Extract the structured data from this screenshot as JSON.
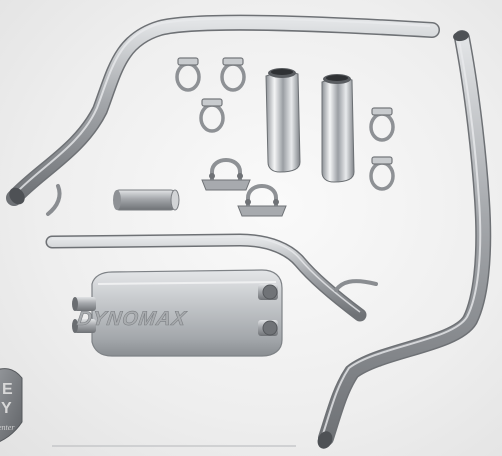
{
  "product": {
    "brand_label": "DYNOMAX",
    "badge_letters": [
      "E",
      "Y"
    ],
    "badge_caption": "enter"
  },
  "colors": {
    "pipe": "#9a9da1",
    "pipe_highlight": "#d9dbdd",
    "chrome": "#cfd3d6",
    "badge": "#7b7e83"
  },
  "icons": [
    "exhaust-pipe",
    "muffler",
    "exhaust-tip",
    "u-clamp",
    "band-clamp",
    "pipe-coupler",
    "badge-shield"
  ]
}
